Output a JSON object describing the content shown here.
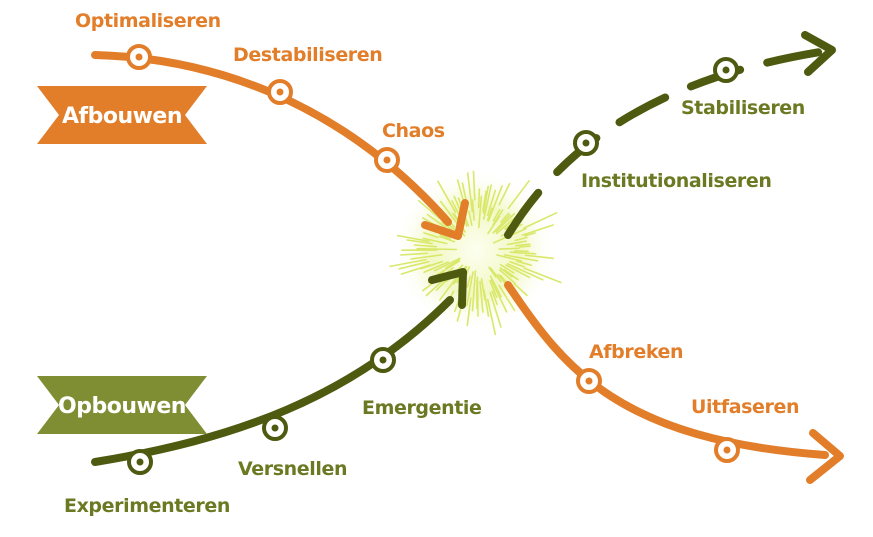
{
  "colors": {
    "orange": "#E27E2A",
    "dark_green": "#4E5A10",
    "label_green": "#6B7A22",
    "banner_green": "#7F8E32",
    "burst_glow": "#F2F8C4",
    "burst_rays": "#D9E86A"
  },
  "banners": {
    "afbouwen": "Afbouwen",
    "opbouwen": "Opbouwen"
  },
  "phases": {
    "optimaliseren": "Optimaliseren",
    "destabiliseren": "Destabiliseren",
    "chaos": "Chaos",
    "afbreken": "Afbreken",
    "uitfaseren": "Uitfaseren",
    "experimenteren": "Experimenteren",
    "versnellen": "Versnellen",
    "emergentie": "Emergentie",
    "institutionaliseren": "Institutionaliseren",
    "stabiliseren": "Stabiliseren"
  }
}
